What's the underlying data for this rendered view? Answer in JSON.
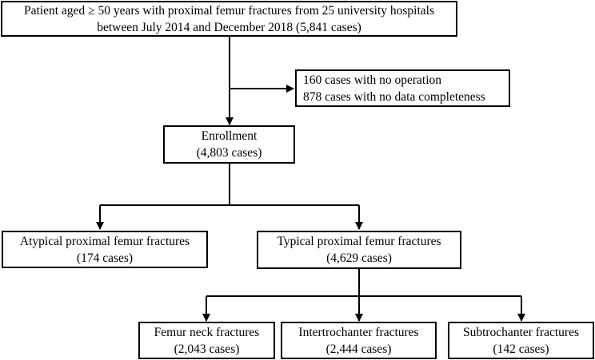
{
  "flowchart": {
    "source": {
      "line1": "Patient aged ≥ 50 years with proximal femur fractures from 25 university hospitals",
      "line2": "between July 2014 and December 2018 (5,841 cases)"
    },
    "exclusion": {
      "line1": "160 cases with no operation",
      "line2": "878 cases with no data completeness"
    },
    "enrollment": {
      "line1": "Enrollment",
      "line2": "(4,803 cases)"
    },
    "atypical": {
      "line1": "Atypical proximal femur fractures",
      "line2": "(174 cases)"
    },
    "typical": {
      "line1": "Typical proximal femur fractures",
      "line2": "(4,629 cases)"
    },
    "neck": {
      "line1": "Femur neck fractures",
      "line2": "(2,043 cases)"
    },
    "intertrochanter": {
      "line1": "Intertrochanter fractures",
      "line2": "(2,444 cases)"
    },
    "subtrochanter": {
      "line1": "Subtrochanter fractures",
      "line2": "(142 cases)"
    }
  }
}
